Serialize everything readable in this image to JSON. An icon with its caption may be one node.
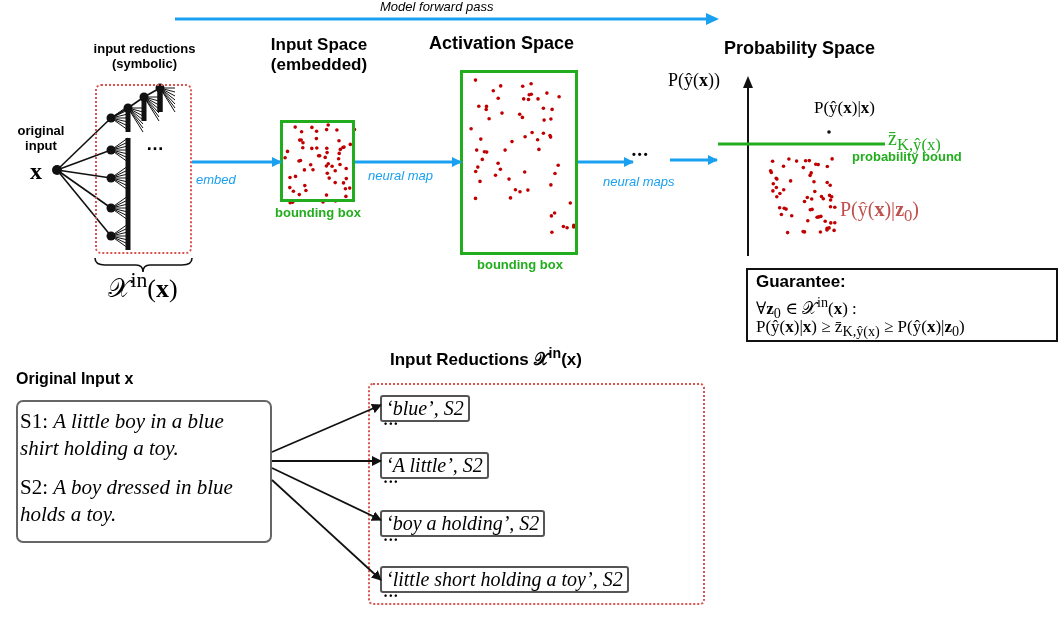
{
  "diagram": {
    "nodes": [
      {
        "text": [
          "original input",
          "**x**"
        ]
      },
      {
        "text": [
          "input reductions (symbolic)"
        ],
        "beside": [
          "𝒳$^{in}$(**x**)"
        ]
      },
      {
        "text": [
          "Input Space (embedded)"
        ],
        "beside": [
          "bounding box"
        ]
      },
      {
        "text": [
          "Activation Space"
        ],
        "beside": [
          "bounding box"
        ]
      },
      {
        "text": [
          "•••"
        ]
      },
      {
        "text": [
          "Probability Space"
        ]
      },
      {
        "text": [
          "Guarantee:",
          "∀**z**$_{0}$ ∈ 𝒳$^{in}$(**x**) :",
          "P(ŷ(**x**)|**x**) ≥ z̄$_{K,ŷ(x)}$ ≥ P(ŷ(**x**)|**z**$_{0}$)"
        ]
      },
      {
        "text": [
          "Original Input **x**",
          "S1: *A little boy in a blue shirt holding a toy.*",
          "S2: *A boy dressed in blue holds a toy.*"
        ]
      },
      {
        "text": [
          "Input Reductions 𝒳$^{in}$(**x**)"
        ]
      },
      {
        "text": [
          "‘blue’, S2"
        ],
        "in": 8
      },
      {
        "text": [
          "‘A little’, S2"
        ],
        "in": 8
      },
      {
        "text": [
          "‘boy a holding’, S2"
        ],
        "in": 8
      },
      {
        "text": [
          "‘little short holding a toy’, S2"
        ],
        "in": 8
      }
    ],
    "edges": [
      {
        "from": 1,
        "to": 2,
        "arrow": "to",
        "label": "embed",
        "color": "#1aa0f0"
      },
      {
        "from": 2,
        "to": 3,
        "arrow": "to",
        "label": "neural map",
        "color": "#1aa0f0"
      },
      {
        "from": 3,
        "to": 4,
        "arrow": "to",
        "label": "neural maps",
        "color": "#1aa0f0"
      },
      {
        "from": 4,
        "to": 5,
        "arrow": "to",
        "color": "#1aa0f0"
      },
      {
        "from": 7,
        "to": 9,
        "arrow": "to",
        "color": "#111111"
      },
      {
        "from": 7,
        "to": 10,
        "arrow": "to",
        "color": "#111111"
      },
      {
        "from": 7,
        "to": 11,
        "arrow": "to",
        "color": "#111111"
      },
      {
        "from": 7,
        "to": 12,
        "arrow": "to",
        "color": "#111111"
      }
    ],
    "labels": [
      "Model forward pass",
      "…",
      "P(ŷ(**x**))",
      "P(ŷ(**x**)|**x**)",
      "z̄$_{K,ŷ(x)}$",
      "probability bound",
      "P(ŷ(**x**)|**z**$_{0}$)",
      "•••",
      "•••",
      "•••",
      "•••"
    ]
  }
}
